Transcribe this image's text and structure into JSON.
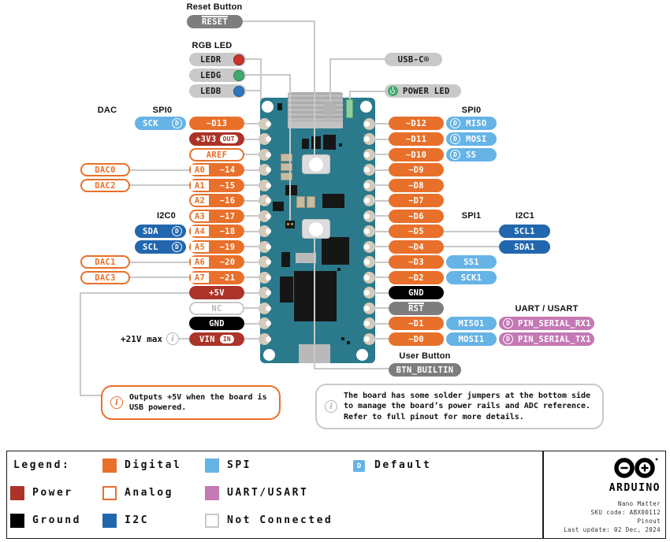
{
  "colors": {
    "digital": "#E8702A",
    "power": "#AC3328",
    "ground": "#000000",
    "i2c": "#2267AE",
    "spi": "#66B3E6",
    "uart": "#C478B4",
    "not_connected": "#C8C8C8",
    "default_badge": "#66B3E6",
    "board": "#2A7A8C"
  },
  "top": {
    "reset_header": "Reset Button",
    "reset_pin": "RESET",
    "rgb_header": "RGB LED",
    "leds": [
      {
        "label": "LEDR",
        "color": "#C9342B"
      },
      {
        "label": "LEDG",
        "color": "#3FA96F"
      },
      {
        "label": "LEDB",
        "color": "#2F78BE"
      }
    ],
    "usb_label": "USB-C®",
    "power_led_label": "POWER LED"
  },
  "left": {
    "dac_header": "DAC",
    "spi0_header": "SPI0",
    "i2c0_header": "I2C0",
    "vmax": "+21V max",
    "rows": [
      {
        "bus": "SCK",
        "bus_badge": "D",
        "pin": "~D13"
      },
      {
        "pin": "+3V3",
        "badge": "OUT"
      },
      {
        "pin": "AREF"
      },
      {
        "leader": "DAC0",
        "analog": "A0",
        "pin": "~14"
      },
      {
        "leader": "DAC2",
        "analog": "A1",
        "pin": "~15"
      },
      {
        "analog": "A2",
        "pin": "~16"
      },
      {
        "analog": "A3",
        "pin": "~17"
      },
      {
        "bus": "SDA",
        "bus_badge": "D",
        "analog": "A4",
        "pin": "~18"
      },
      {
        "bus": "SCL",
        "bus_badge": "D",
        "analog": "A5",
        "pin": "~19"
      },
      {
        "leader": "DAC1",
        "analog": "A6",
        "pin": "~20"
      },
      {
        "leader": "DAC3",
        "analog": "A7",
        "pin": "~21"
      },
      {
        "pin": "+5V"
      },
      {
        "pin": "NC"
      },
      {
        "pin": "GND"
      },
      {
        "pin": "VIN",
        "badge": "IN"
      }
    ]
  },
  "right": {
    "spi0_header": "SPI0",
    "spi1_header": "SPI1",
    "i2c1_header": "I2C1",
    "uart_header": "UART / USART",
    "user_button_header": "User Button",
    "btn_pin": "BTN_BUILTIN",
    "rows": [
      {
        "pin": "~D12",
        "bus": "MISO",
        "bus_badge": "D"
      },
      {
        "pin": "~D11",
        "bus": "MOSI",
        "bus_badge": "D"
      },
      {
        "pin": "~D10",
        "bus": "SS",
        "bus_badge": "D"
      },
      {
        "pin": "~D9"
      },
      {
        "pin": "~D8"
      },
      {
        "pin": "~D7"
      },
      {
        "pin": "~D6"
      },
      {
        "pin": "~D5",
        "i2c": "SCL1"
      },
      {
        "pin": "~D4",
        "i2c": "SDA1"
      },
      {
        "pin": "~D3",
        "spi": "SS1"
      },
      {
        "pin": "~D2",
        "spi": "SCK1"
      },
      {
        "pin": "GND"
      },
      {
        "pin": "RST"
      },
      {
        "pin": "~D1",
        "spi": "MISO1",
        "uart": "PIN_SERIAL_RX1",
        "uart_badge": "D"
      },
      {
        "pin": "~D0",
        "spi": "MOSI1",
        "uart": "PIN_SERIAL_TX1",
        "uart_badge": "D"
      }
    ]
  },
  "notes": {
    "power_note": "Outputs +5V when the board is USB powered.",
    "jumper_note": "The board has some solder jumpers at the bottom side to manage the board’s power rails and ADC reference. Refer to full pinout for more details."
  },
  "legend": {
    "title": "Legend:",
    "items": [
      {
        "label": "Power",
        "color": "#AC3328"
      },
      {
        "label": "Ground",
        "color": "#000000"
      },
      {
        "label": "Digital",
        "color": "#E8702A"
      },
      {
        "label": "Analog",
        "color": "#E8702A",
        "outline": true
      },
      {
        "label": "I2C",
        "color": "#2267AE"
      },
      {
        "label": "SPI",
        "color": "#66B3E6"
      },
      {
        "label": "UART/USART",
        "color": "#C478B4"
      },
      {
        "label": "Not Connected",
        "color": "#C8C8C8",
        "outline": true
      },
      {
        "label": "Default",
        "color": "#66B3E6",
        "badge": "D"
      }
    ]
  },
  "footer": {
    "brand": "ARDUINO",
    "product": "Nano Matter",
    "sku": "SKU code: ABX00112",
    "doc": "Pinout",
    "updated": "Last update: 02 Dec, 2024"
  }
}
